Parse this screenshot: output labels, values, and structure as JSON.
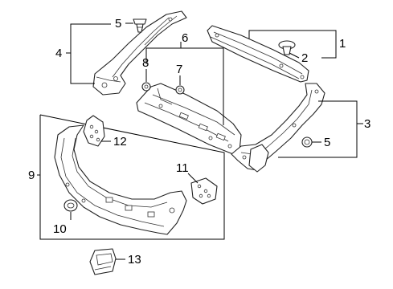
{
  "diagram": {
    "callouts": [
      {
        "id": "1",
        "text": "1"
      },
      {
        "id": "2",
        "text": "2"
      },
      {
        "id": "3",
        "text": "3"
      },
      {
        "id": "4",
        "text": "4"
      },
      {
        "id": "5a",
        "text": "5"
      },
      {
        "id": "5b",
        "text": "5"
      },
      {
        "id": "6",
        "text": "6"
      },
      {
        "id": "7",
        "text": "7"
      },
      {
        "id": "8",
        "text": "8"
      },
      {
        "id": "9",
        "text": "9"
      },
      {
        "id": "10",
        "text": "10"
      },
      {
        "id": "11",
        "text": "11"
      },
      {
        "id": "12",
        "text": "12"
      },
      {
        "id": "13",
        "text": "13"
      }
    ]
  }
}
